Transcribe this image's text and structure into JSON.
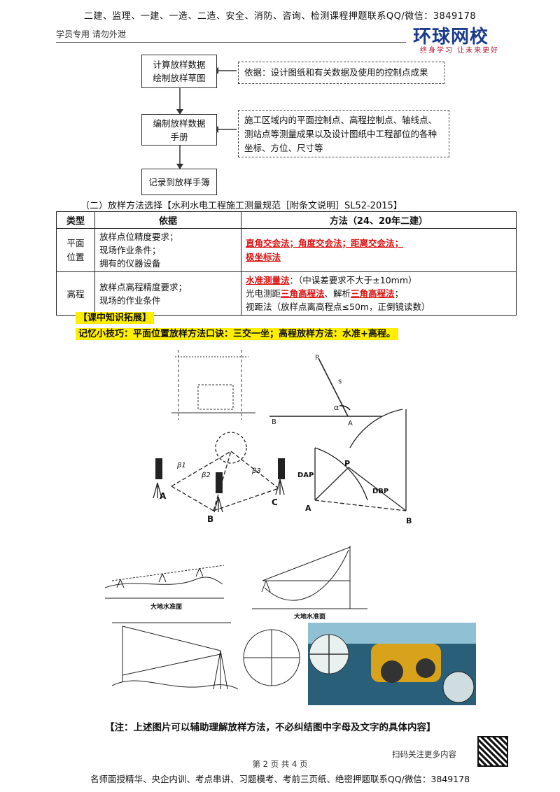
{
  "header": {
    "top_line": "二建、监理、一建、一造、二造、安全、消防、咨询、检测课程押题联系QQ/微信：3849178",
    "left_sub": "学员专用 请勿外泄",
    "logo_text": "环球网校",
    "logo_slogan": "终身学习 让未来更好"
  },
  "flow": {
    "steps": [
      "计算放样数据\n绘制放样草图",
      "编制放样数据\n手册",
      "记录到放样手簿"
    ],
    "notes": [
      "依据：设计图纸和有关数据及使用的控制点成果",
      "施工区域内的平面控制点、高程控制点、轴线点、测站点等测量成果以及设计图纸中工程部位的各种坐标、方位、尺寸等"
    ]
  },
  "section_title": "（二）放样方法选择【水利水电工程施工测量规范［附条文说明］SL52-2015】",
  "table": {
    "headers": [
      "类型",
      "依据",
      "方法（24、20年二建）"
    ],
    "rows": [
      {
        "type": "平面\n位置",
        "basis": [
          "放样点位精度要求；",
          "现场作业条件；",
          "拥有的仪器设备"
        ],
        "methods_red": "直角交会法；角度交会法；距离交会法；",
        "methods_red2": "极坐标法"
      },
      {
        "type": "高程",
        "basis": [
          "放样点高程精度要求；",
          "现场的作业条件"
        ],
        "m1_red": "水准测量法",
        "m1_rest": "：（中误差要求不大于±10mm）",
        "m2_a": "光电测距",
        "m2_red1": "三角高程法",
        "m2_b": "、解析",
        "m2_red2": "三角高程法",
        "m2_c": "；",
        "m3": "视距法（放样点离高程点≤50m，正倒镜读数）"
      }
    ]
  },
  "knowledge_tag": "【课中知识拓展】",
  "memory_tip": "记忆小技巧：平面位置放样方法口诀：三交一坐；高程放样方法：水准+高程。",
  "figure_labels": {
    "polar": [
      "B",
      "A",
      "α",
      "s",
      "P"
    ],
    "angle": [
      "A",
      "B",
      "C",
      "β1",
      "β2",
      "β3"
    ],
    "distance": [
      "A",
      "B",
      "P",
      "DAP",
      "DBP"
    ],
    "datum": "大地水准面"
  },
  "note": "【注：上述图片可以辅助理解放样方法，不必纠结图中字母及文字的具体内容】",
  "footer": {
    "scan": "扫码关注更多内容",
    "page": "第 2 页 共 4 页",
    "bottom": "名师面授精华、央企内训、考点串讲、习题模考、考前三页纸、绝密押题联系QQ/微信：3849178"
  }
}
